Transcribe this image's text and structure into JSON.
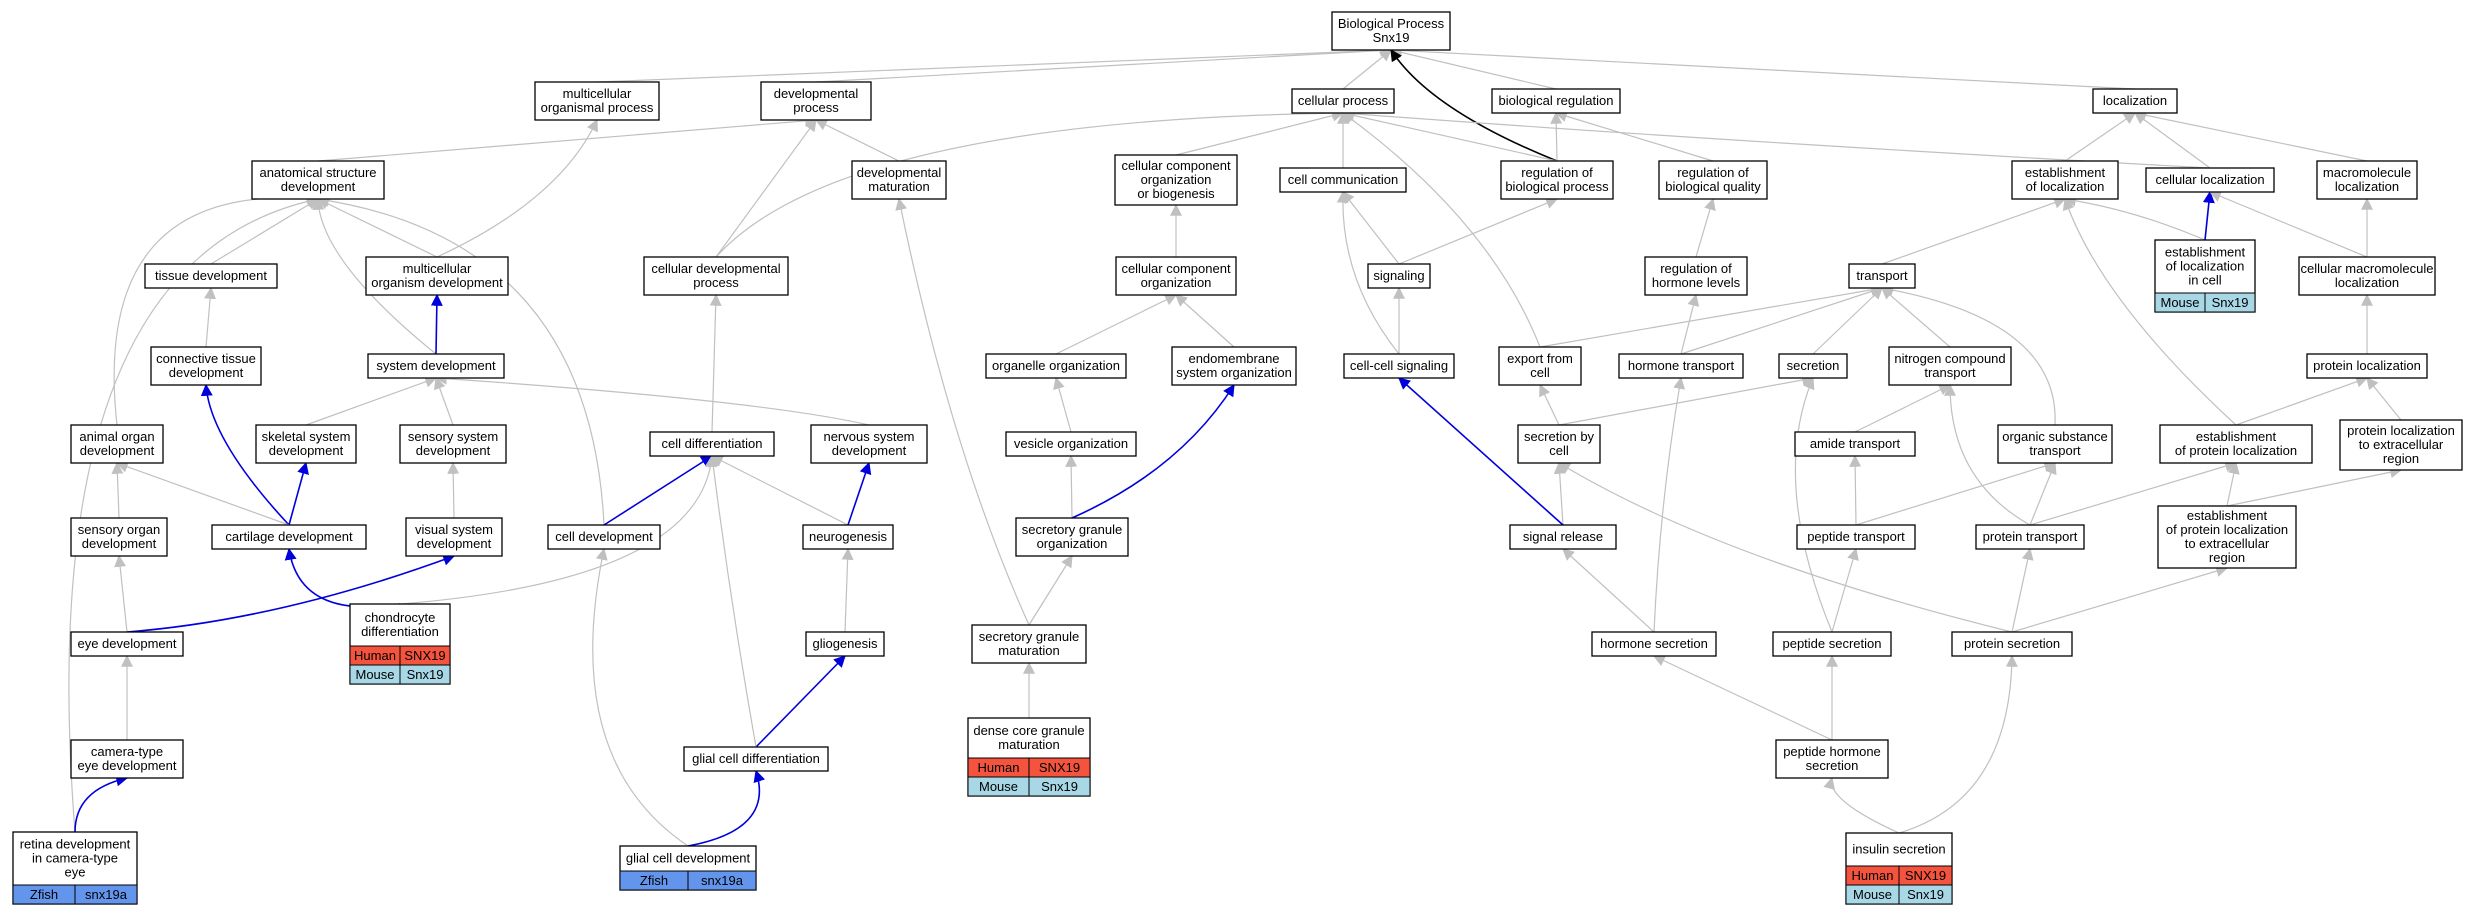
{
  "colors": {
    "edge_gray": "#c0c0c0",
    "edge_blue": "#0000dd",
    "edge_black": "#000000",
    "node_border": "#000000",
    "node_fill": "#ffffff",
    "human": "#f4533d",
    "mouse": "#a8d8e6",
    "zfish": "#6495ed"
  },
  "nodes": {
    "bp": [
      "Biological Process",
      "Snx19"
    ],
    "mop": [
      "multicellular",
      "organismal process"
    ],
    "devp": [
      "developmental",
      "process"
    ],
    "cellp": [
      "cellular process"
    ],
    "bioreg": [
      "biological regulation"
    ],
    "loc": [
      "localization"
    ],
    "asd": [
      "anatomical structure",
      "development"
    ],
    "devmat": [
      "developmental",
      "maturation"
    ],
    "ccob": [
      "cellular component",
      "organization",
      "or biogenesis"
    ],
    "cellcomm": [
      "cell communication"
    ],
    "regbp": [
      "regulation of",
      "biological process"
    ],
    "regbq": [
      "regulation of",
      "biological quality"
    ],
    "estloc": [
      "establishment",
      "of localization"
    ],
    "cellloc": [
      "cellular localization"
    ],
    "macloc": [
      "macromolecule",
      "localization"
    ],
    "tissuedev": [
      "tissue development"
    ],
    "mod": [
      "multicellular",
      "organism development"
    ],
    "celldevp": [
      "cellular developmental",
      "process"
    ],
    "cco": [
      "cellular component",
      "organization"
    ],
    "signaling": [
      "signaling"
    ],
    "reghl": [
      "regulation of",
      "hormone levels"
    ],
    "transport": [
      "transport"
    ],
    "estlocc": [
      "establishment",
      "of localization",
      "in cell"
    ],
    "cellmacloc": [
      "cellular macromolecule",
      "localization"
    ],
    "ctd": [
      "connective tissue",
      "development"
    ],
    "sysdev": [
      "system development"
    ],
    "orgorg": [
      "organelle organization"
    ],
    "endo": [
      "endomembrane",
      "system organization"
    ],
    "ccsig": [
      "cell-cell signaling"
    ],
    "exportcell": [
      "export from",
      "cell"
    ],
    "hormtrans": [
      "hormone transport"
    ],
    "secretion": [
      "secretion"
    ],
    "nct": [
      "nitrogen compound",
      "transport"
    ],
    "protloc": [
      "protein localization"
    ],
    "aod": [
      "animal organ",
      "development"
    ],
    "ssd": [
      "skeletal system",
      "development"
    ],
    "sensd": [
      "sensory system",
      "development"
    ],
    "celldiff": [
      "cell differentiation"
    ],
    "nsd": [
      "nervous system",
      "development"
    ],
    "vesorg": [
      "vesicle organization"
    ],
    "secbycell": [
      "secretion by",
      "cell"
    ],
    "amidetrans": [
      "amide transport"
    ],
    "ost": [
      "organic substance",
      "transport"
    ],
    "estprotloc": [
      "establishment",
      "of protein localization"
    ],
    "plec": [
      "protein localization",
      "to extracellular",
      "region"
    ],
    "sod": [
      "sensory organ",
      "development"
    ],
    "cartdev": [
      "cartilage development"
    ],
    "vsd": [
      "visual system",
      "development"
    ],
    "celldev": [
      "cell development"
    ],
    "neurogen": [
      "neurogenesis"
    ],
    "sgo": [
      "secretory granule",
      "organization"
    ],
    "sigrel": [
      "signal release"
    ],
    "peptrans": [
      "peptide transport"
    ],
    "prottrans": [
      "protein transport"
    ],
    "eplec": [
      "establishment",
      "of protein localization",
      "to extracellular",
      "region"
    ],
    "chondro": [
      "chondrocyte",
      "differentiation"
    ],
    "eyedev": [
      "eye development"
    ],
    "gliogen": [
      "gliogenesis"
    ],
    "sgm": [
      "secretory granule",
      "maturation"
    ],
    "hormsec": [
      "hormone secretion"
    ],
    "pepsec": [
      "peptide secretion"
    ],
    "protsec": [
      "protein secretion"
    ],
    "cted": [
      "camera-type",
      "eye development"
    ],
    "gcdiff": [
      "glial cell differentiation"
    ],
    "dcgm": [
      "dense core granule",
      "maturation"
    ],
    "phs": [
      "peptide hormone",
      "secretion"
    ],
    "retina": [
      "retina development",
      "in camera-type",
      "eye"
    ],
    "gcdev": [
      "glial cell development"
    ],
    "inssec": [
      "insulin secretion"
    ]
  },
  "gene_rows": {
    "estlocc": [
      [
        "Mouse",
        "Snx19"
      ]
    ],
    "chondro": [
      [
        "Human",
        "SNX19"
      ],
      [
        "Mouse",
        "Snx19"
      ]
    ],
    "dcgm": [
      [
        "Human",
        "SNX19"
      ],
      [
        "Mouse",
        "Snx19"
      ]
    ],
    "retina": [
      [
        "Zfish",
        "snx19a"
      ]
    ],
    "gcdev": [
      [
        "Zfish",
        "snx19a"
      ]
    ],
    "inssec": [
      [
        "Human",
        "SNX19"
      ],
      [
        "Mouse",
        "Snx19"
      ]
    ]
  }
}
